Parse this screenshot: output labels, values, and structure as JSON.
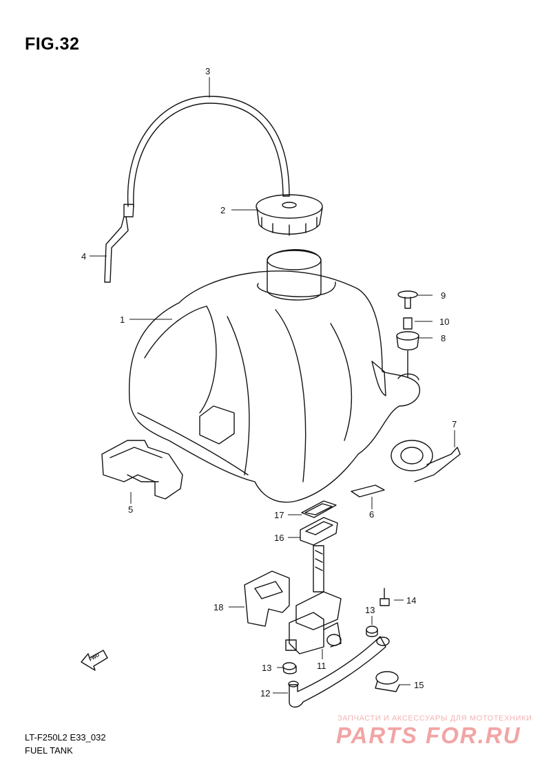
{
  "figure": {
    "title": "FIG.32"
  },
  "footer": {
    "model_code": "LT-F250L2 E33_032",
    "section_name": "FUEL TANK"
  },
  "watermark": {
    "tagline": "ЗАПЧАСТИ И АКСЕССУАРЫ ДЛЯ МОТОТЕХНИКИ",
    "logo_text": "PARTS FOR.RU",
    "color": "#f2a4a4"
  },
  "fwd_arrow": {
    "label": "FWD"
  },
  "callouts": [
    {
      "number": "1",
      "part": "fuel-tank"
    },
    {
      "number": "2",
      "part": "fuel-cap"
    },
    {
      "number": "3",
      "part": "breather-hose"
    },
    {
      "number": "4",
      "part": "breather-hose-end"
    },
    {
      "number": "5",
      "part": "mounting-bracket"
    },
    {
      "number": "6",
      "part": "pad"
    },
    {
      "number": "7",
      "part": "clip"
    },
    {
      "number": "8",
      "part": "cushion"
    },
    {
      "number": "9",
      "part": "bolt"
    },
    {
      "number": "10",
      "part": "collar"
    },
    {
      "number": "11",
      "part": "fuel-cock"
    },
    {
      "number": "12",
      "part": "fuel-hose"
    },
    {
      "number": "13",
      "part": "hose-clamp"
    },
    {
      "number": "13",
      "part": "hose-clamp"
    },
    {
      "number": "14",
      "part": "screw"
    },
    {
      "number": "15",
      "part": "clamp"
    },
    {
      "number": "16",
      "part": "gasket"
    },
    {
      "number": "17",
      "part": "o-ring"
    },
    {
      "number": "18",
      "part": "cock-bracket"
    }
  ]
}
